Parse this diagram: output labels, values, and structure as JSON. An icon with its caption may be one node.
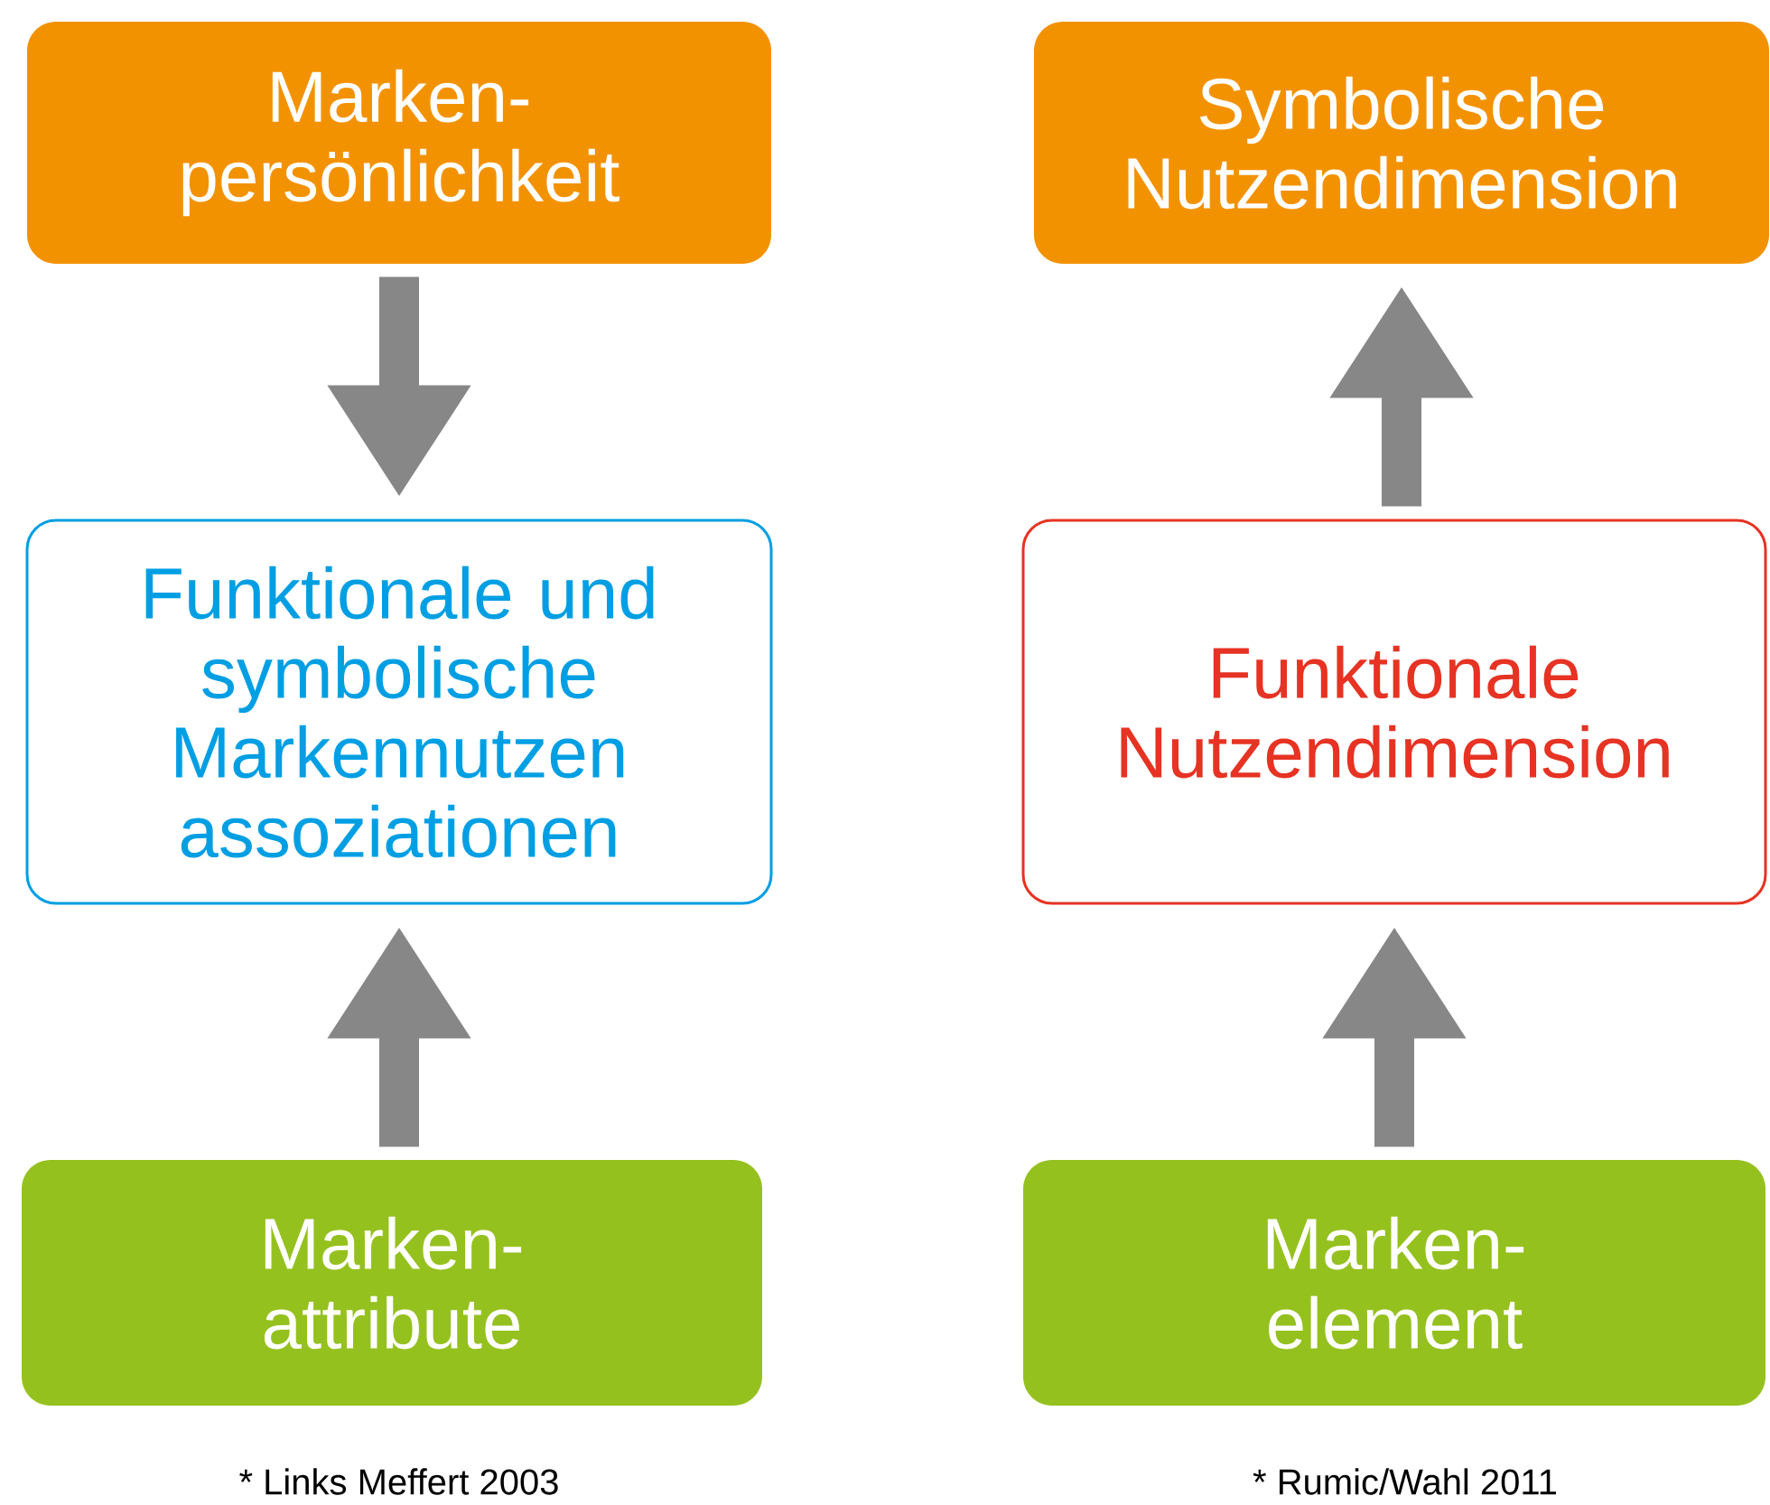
{
  "diagram": {
    "nodes": [
      {
        "text": [
          "Marken- persönlichkeit"
        ]
      },
      {
        "text": [
          "Funktionale und symbolische Markennutzen assoziationen"
        ]
      },
      {
        "text": [
          "Marken- attribute"
        ]
      },
      {
        "text": [
          "Symbolische Nutzendimension"
        ]
      },
      {
        "text": [
          "Funktionale Nutzendimension"
        ]
      },
      {
        "text": [
          "Marken- element"
        ]
      }
    ],
    "edges": [
      {
        "from": 0,
        "to": 1,
        "arrow": "to"
      },
      {
        "from": 2,
        "to": 1,
        "arrow": "to"
      },
      {
        "from": 5,
        "to": 4,
        "arrow": "to"
      },
      {
        "from": 4,
        "to": 3,
        "arrow": "to"
      }
    ],
    "labels": [
      "* Links Meffert 2003",
      "* Rumic/Wahl 2011"
    ]
  }
}
